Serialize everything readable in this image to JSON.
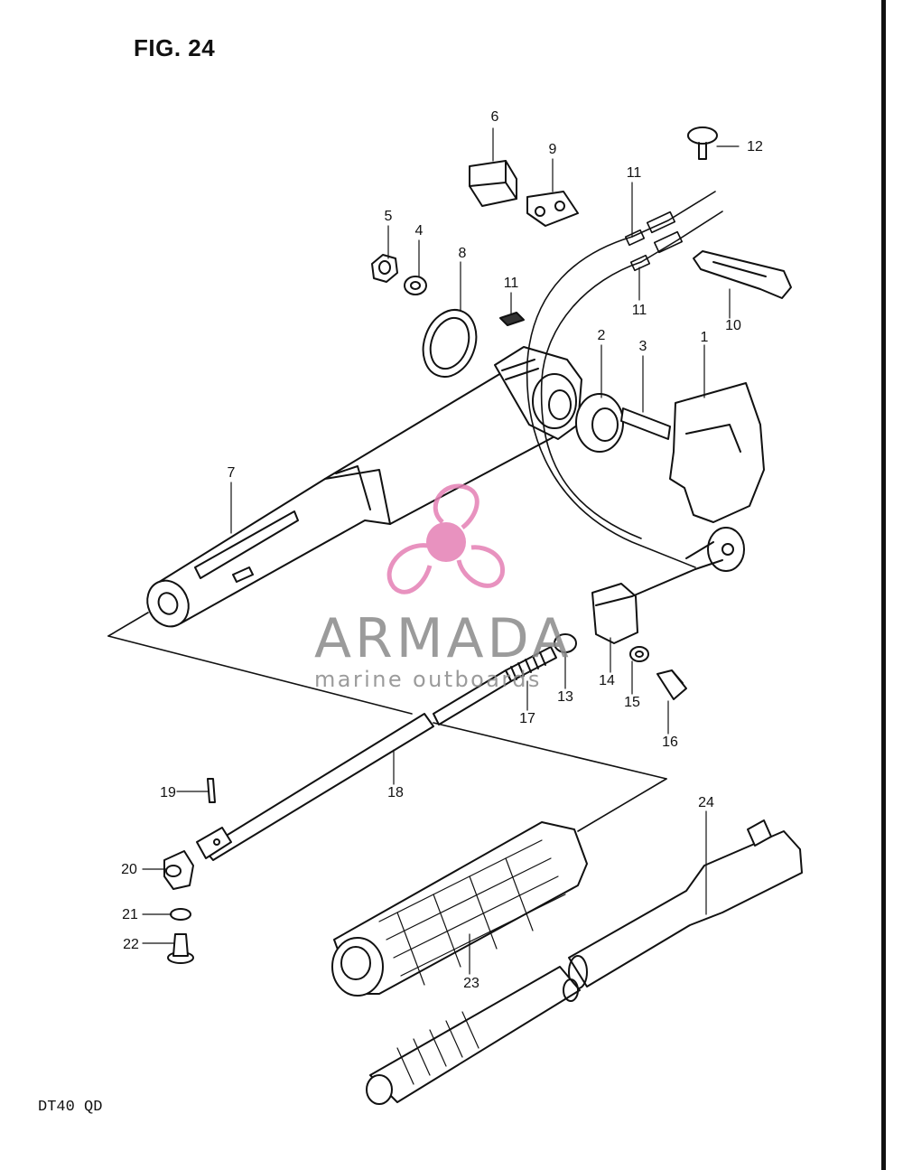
{
  "figure": {
    "title": "FIG. 24",
    "model": "DT40 QD"
  },
  "watermark": {
    "name": "ARMADA",
    "subtitle": "marine outboards",
    "logo_icon": "propeller-icon",
    "color": "#e47fb4"
  },
  "callouts": [
    {
      "id": "c1",
      "label": "1"
    },
    {
      "id": "c2",
      "label": "2"
    },
    {
      "id": "c3",
      "label": "3"
    },
    {
      "id": "c4",
      "label": "4"
    },
    {
      "id": "c5",
      "label": "5"
    },
    {
      "id": "c6",
      "label": "6"
    },
    {
      "id": "c7",
      "label": "7"
    },
    {
      "id": "c8",
      "label": "8"
    },
    {
      "id": "c9",
      "label": "9"
    },
    {
      "id": "c10",
      "label": "10"
    },
    {
      "id": "c11a",
      "label": "11"
    },
    {
      "id": "c11b",
      "label": "11"
    },
    {
      "id": "c11c",
      "label": "11"
    },
    {
      "id": "c12",
      "label": "12"
    },
    {
      "id": "c13",
      "label": "13"
    },
    {
      "id": "c14",
      "label": "14"
    },
    {
      "id": "c15",
      "label": "15"
    },
    {
      "id": "c16",
      "label": "16"
    },
    {
      "id": "c17",
      "label": "17"
    },
    {
      "id": "c18",
      "label": "18"
    },
    {
      "id": "c19",
      "label": "19"
    },
    {
      "id": "c20",
      "label": "20"
    },
    {
      "id": "c21",
      "label": "21"
    },
    {
      "id": "c22",
      "label": "22"
    },
    {
      "id": "c23",
      "label": "23"
    },
    {
      "id": "c24",
      "label": "24"
    }
  ]
}
